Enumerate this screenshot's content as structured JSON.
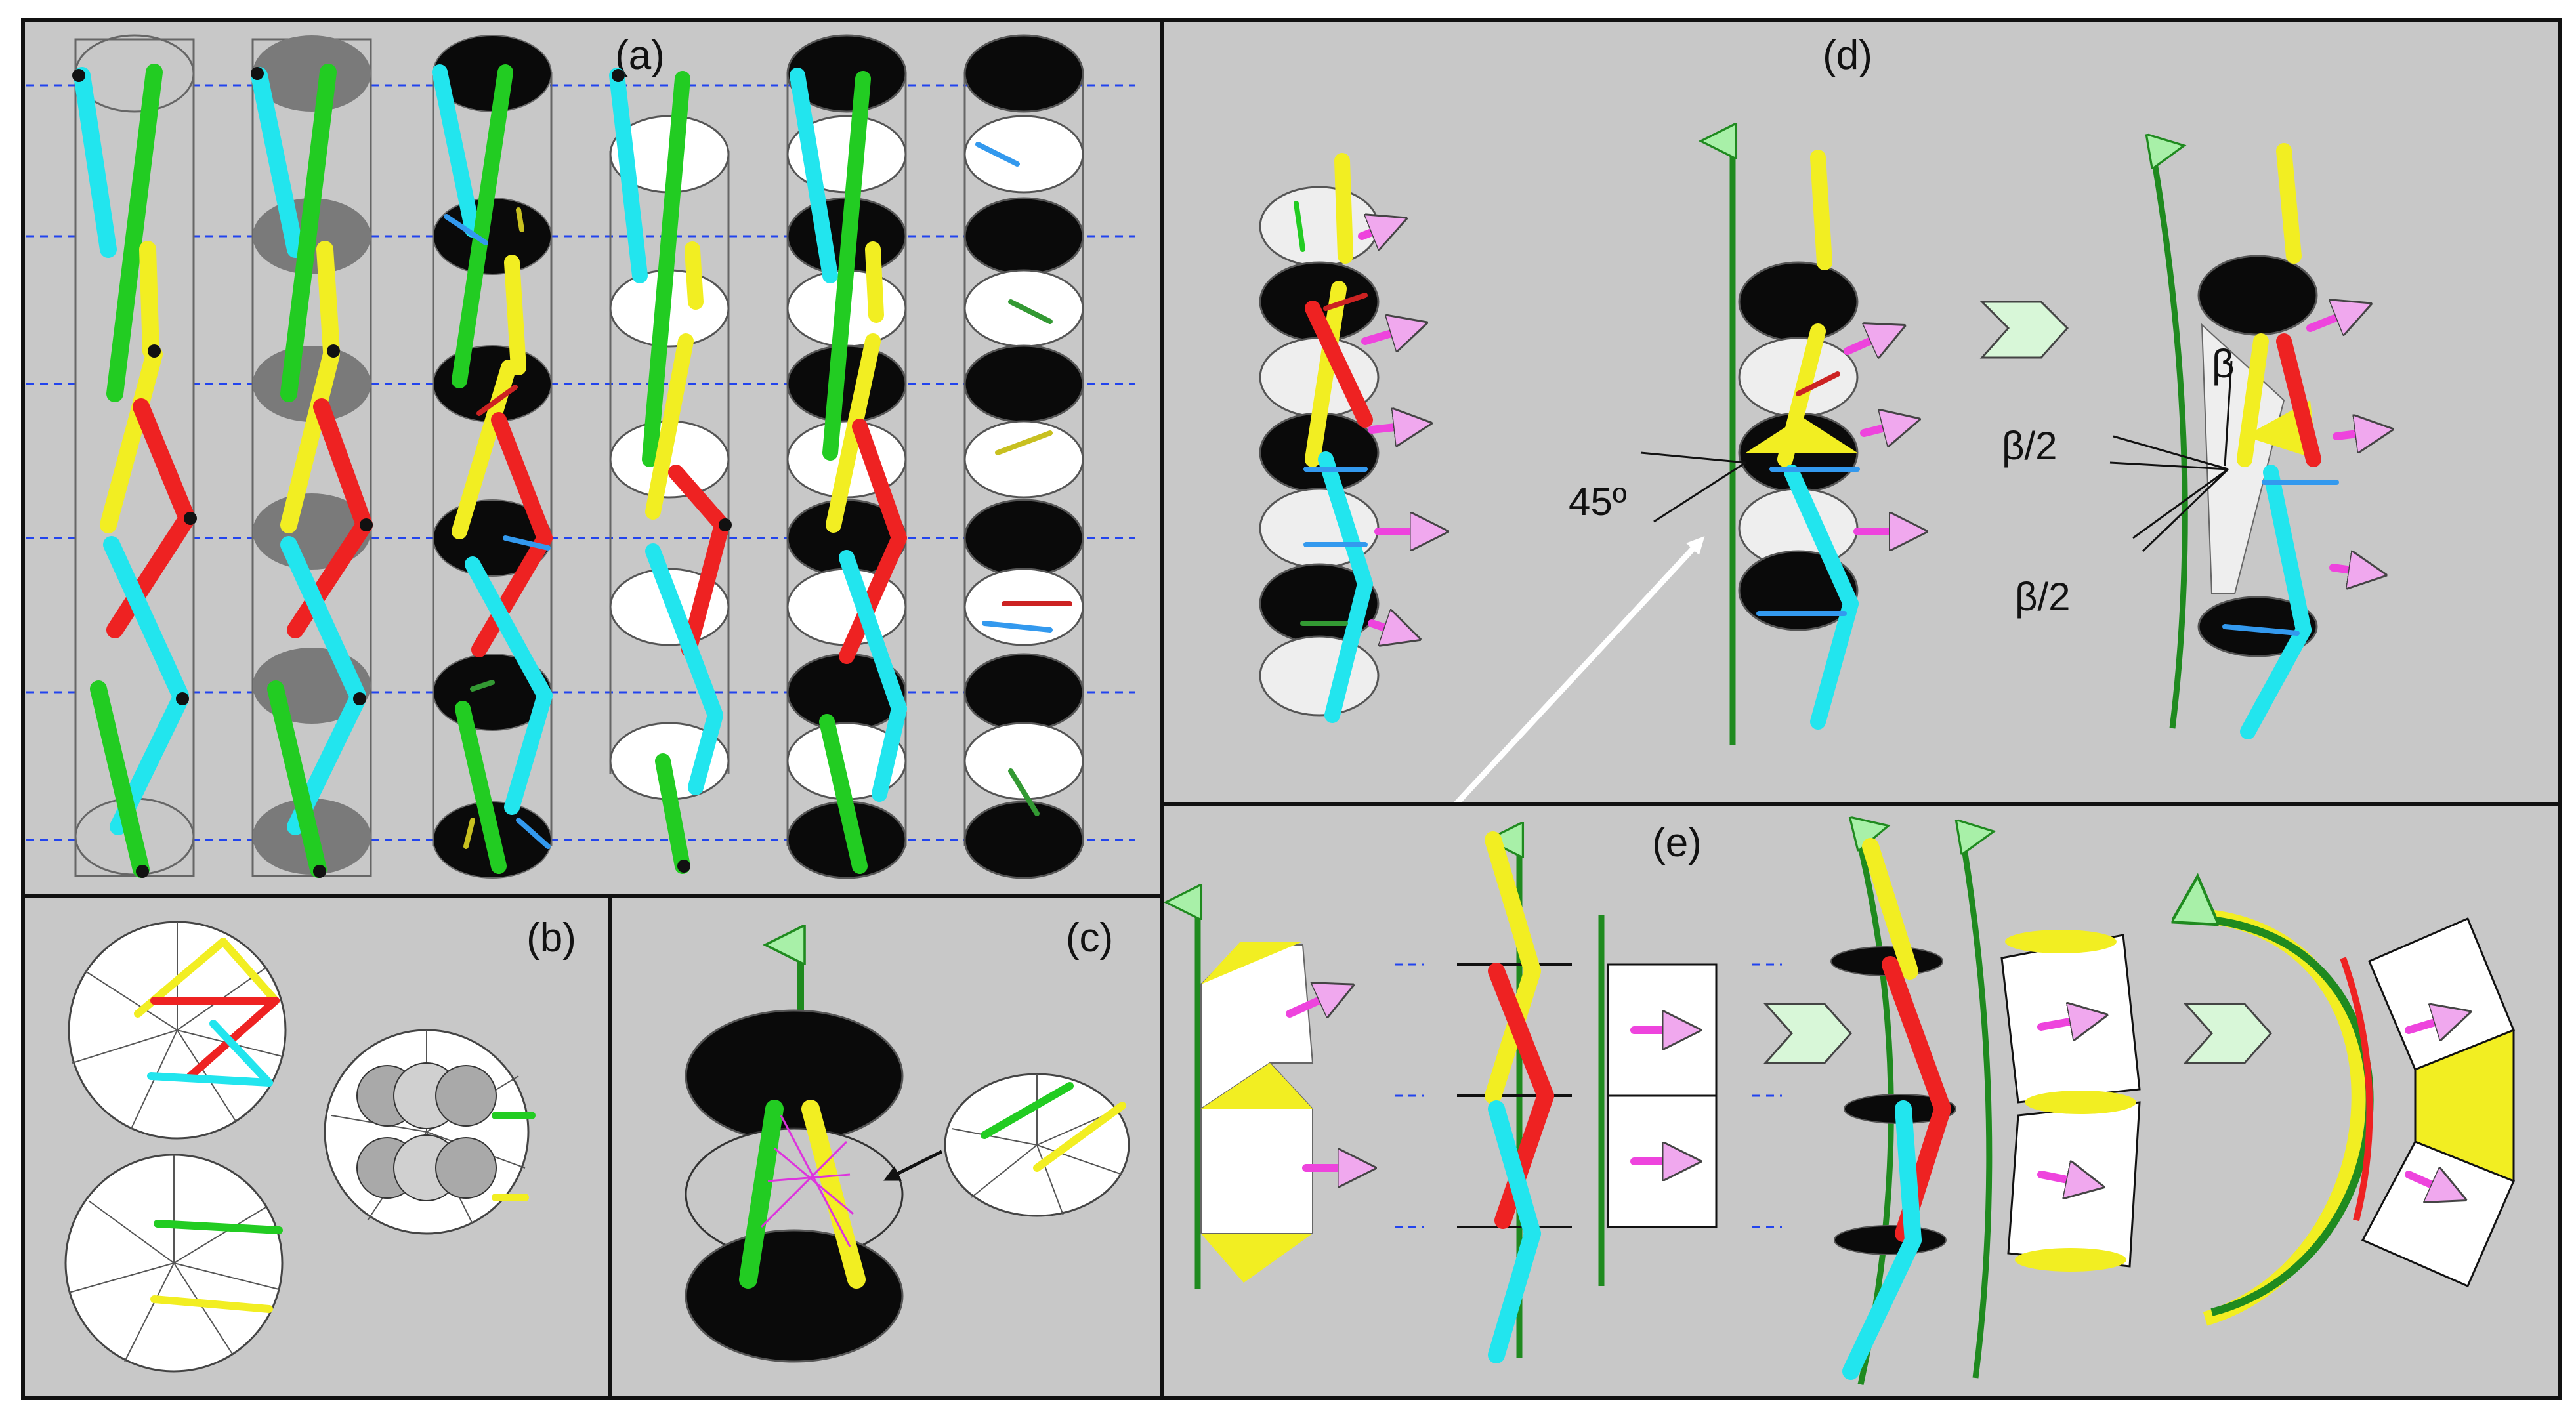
{
  "panels": {
    "a": {
      "label": "(a)"
    },
    "b": {
      "label": "(b)"
    },
    "c": {
      "label": "(c)"
    },
    "d": {
      "label": "(d)"
    },
    "e": {
      "label": "(e)"
    }
  },
  "annotations": {
    "angle_45": "45º",
    "beta": "β",
    "beta_half_upper": "β/2",
    "beta_half_lower": "β/2"
  },
  "colors": {
    "background": "#c8c8c8",
    "border": "#111111",
    "green": "#22cc22",
    "cyan": "#22e5ee",
    "yellow": "#f2ee22",
    "red": "#ee2222",
    "blue_rod": "#3399ee",
    "magenta_arrow": "#ee44dd",
    "pink_arrowhead": "#f0a8ee",
    "axis_green": "#1f8a1f",
    "arrowhead_light_green": "#a8f0a8",
    "chevron_fill": "#d8f7d8",
    "disc_black": "#0a0a0a",
    "disc_white": "#ffffff",
    "disc_grey": "#7a7a7a",
    "dash_blue": "#2244ee"
  },
  "icons": [
    "chevron-right-icon",
    "arrow-icon",
    "axis-arrow-icon"
  ]
}
